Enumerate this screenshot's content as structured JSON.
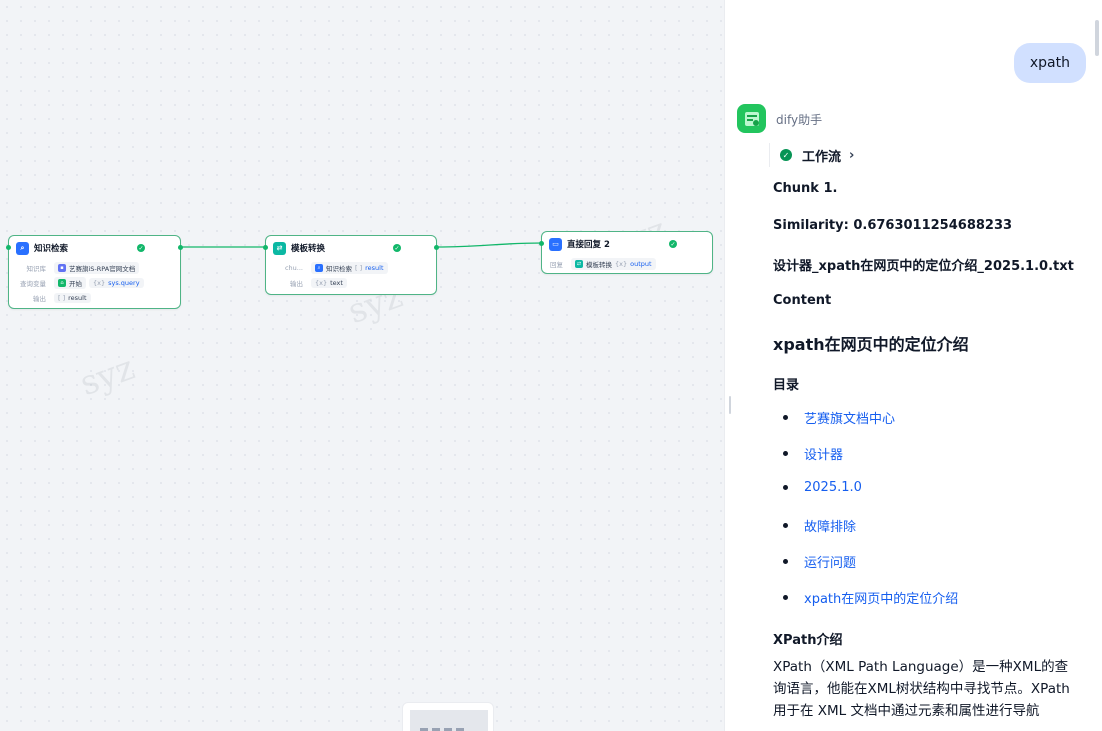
{
  "canvas": {
    "watermark": "syz",
    "nodes": {
      "knowledge": {
        "title": "知识检索",
        "rows": [
          {
            "label": "知识库",
            "chip": "艺赛旗iS-RPA官网文档"
          },
          {
            "label": "查询变量",
            "chip_start": "开始",
            "chip_var": "sys.query"
          },
          {
            "label": "输出",
            "chip_var": "result"
          }
        ]
      },
      "template": {
        "title": "模板转换",
        "rows": [
          {
            "label": "chu...",
            "chip_node": "知识检索",
            "chip_var": "result"
          },
          {
            "label": "输出",
            "chip_var": "text"
          }
        ]
      },
      "answer": {
        "title": "直接回复 2",
        "rows": [
          {
            "label": "回复",
            "chip_node": "模板转换",
            "chip_var": "output"
          }
        ]
      }
    },
    "colors": {
      "accent": "#12b76a",
      "knowledge_icon": "#2970ff",
      "template_icon": "#0bb8a3",
      "answer_icon": "#2970ff"
    }
  },
  "chat": {
    "user_message": "xpath",
    "bot_name": "dify助手",
    "workflow_label": "工作流",
    "chunk": "Chunk 1.",
    "similarity": "Similarity: 0.6763011254688233",
    "filename": "设计器_xpath在网页中的定位介绍_2025.1.0.txt",
    "content_label": "Content",
    "heading": "xpath在网页中的定位介绍",
    "toc_label": "目录",
    "toc": [
      "艺赛旗文档中心",
      "设计器",
      "2025.1.0",
      "故障排除",
      "运行问题",
      "xpath在网页中的定位介绍"
    ],
    "xpath_heading": "XPath介绍",
    "paragraph": "XPath（XML Path Language）是一种XML的查询语言，他能在XML树状结构中寻找节点。XPath 用于在 XML 文档中通过元素和属性进行导航"
  }
}
